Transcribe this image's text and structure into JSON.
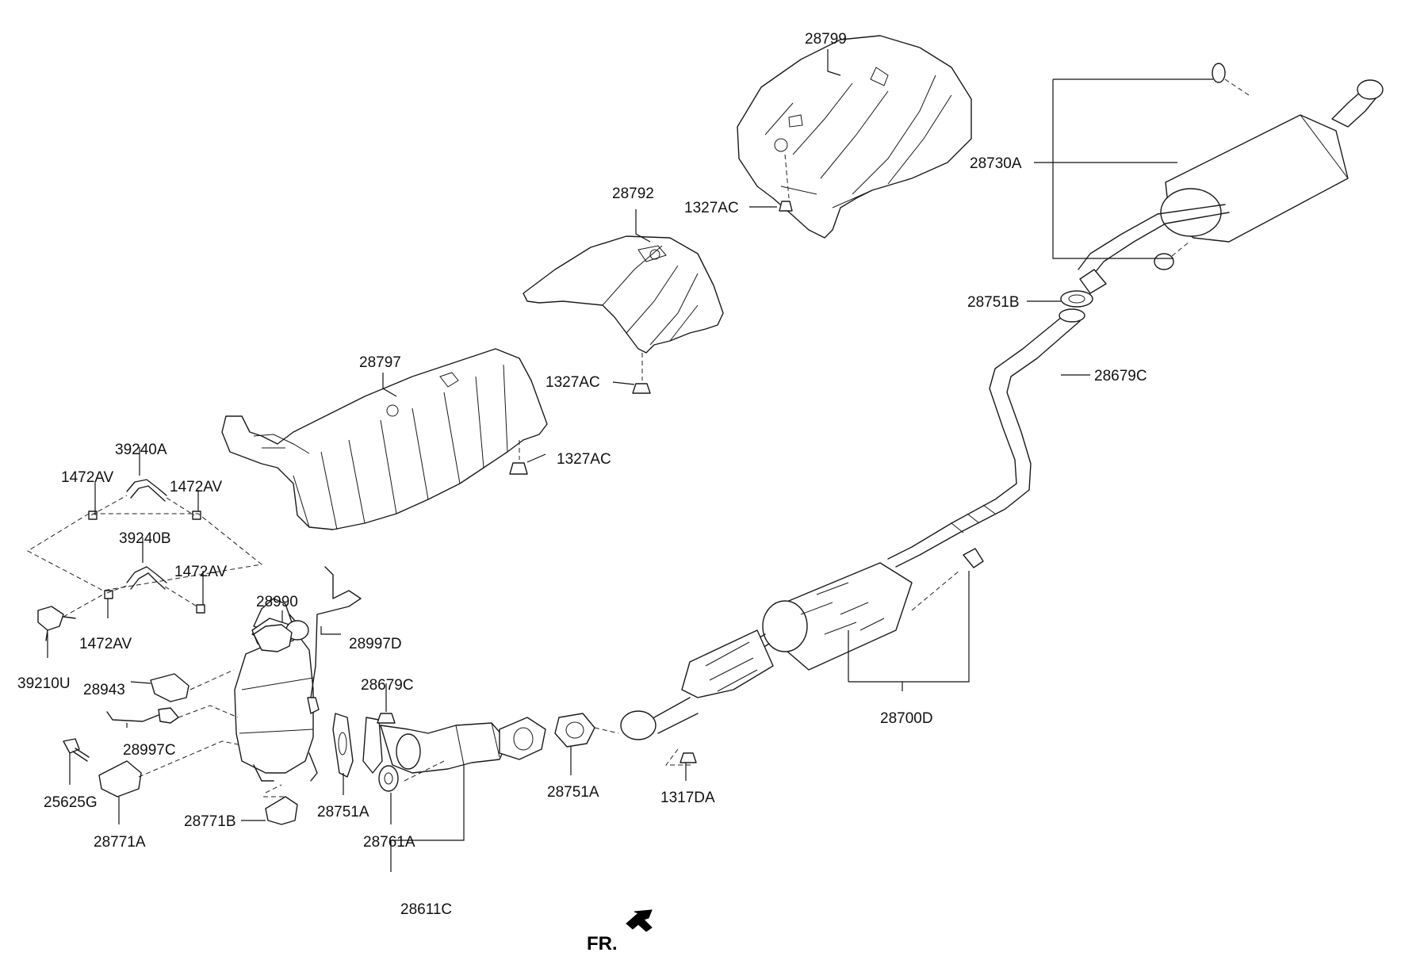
{
  "labels": {
    "p28799": "28799",
    "p28730A": "28730A",
    "p1327AC_a": "1327AC",
    "p28792": "28792",
    "p28751B": "28751B",
    "p28679C_r": "28679C",
    "p1327AC_b": "1327AC",
    "p28797": "28797",
    "p1327AC_c": "1327AC",
    "p39240A": "39240A",
    "p1472AV_1": "1472AV",
    "p1472AV_2": "1472AV",
    "p39240B": "39240B",
    "p1472AV_3": "1472AV",
    "p28990": "28990",
    "p1472AV_4": "1472AV",
    "p28997D": "28997D",
    "p39210U": "39210U",
    "p28943": "28943",
    "p28679C_l": "28679C",
    "p28700D": "28700D",
    "p28997C": "28997C",
    "p28751A_r": "28751A",
    "p1317DA": "1317DA",
    "p25625G": "25625G",
    "p28751A_l": "28751A",
    "p28771B": "28771B",
    "p28761A": "28761A",
    "p28771A": "28771A",
    "p28611C": "28611C",
    "fr": "FR."
  },
  "colors": {
    "line": "#1a1a1a",
    "background": "#ffffff"
  },
  "icons": {
    "front_direction": "arrow-left-down-icon"
  }
}
